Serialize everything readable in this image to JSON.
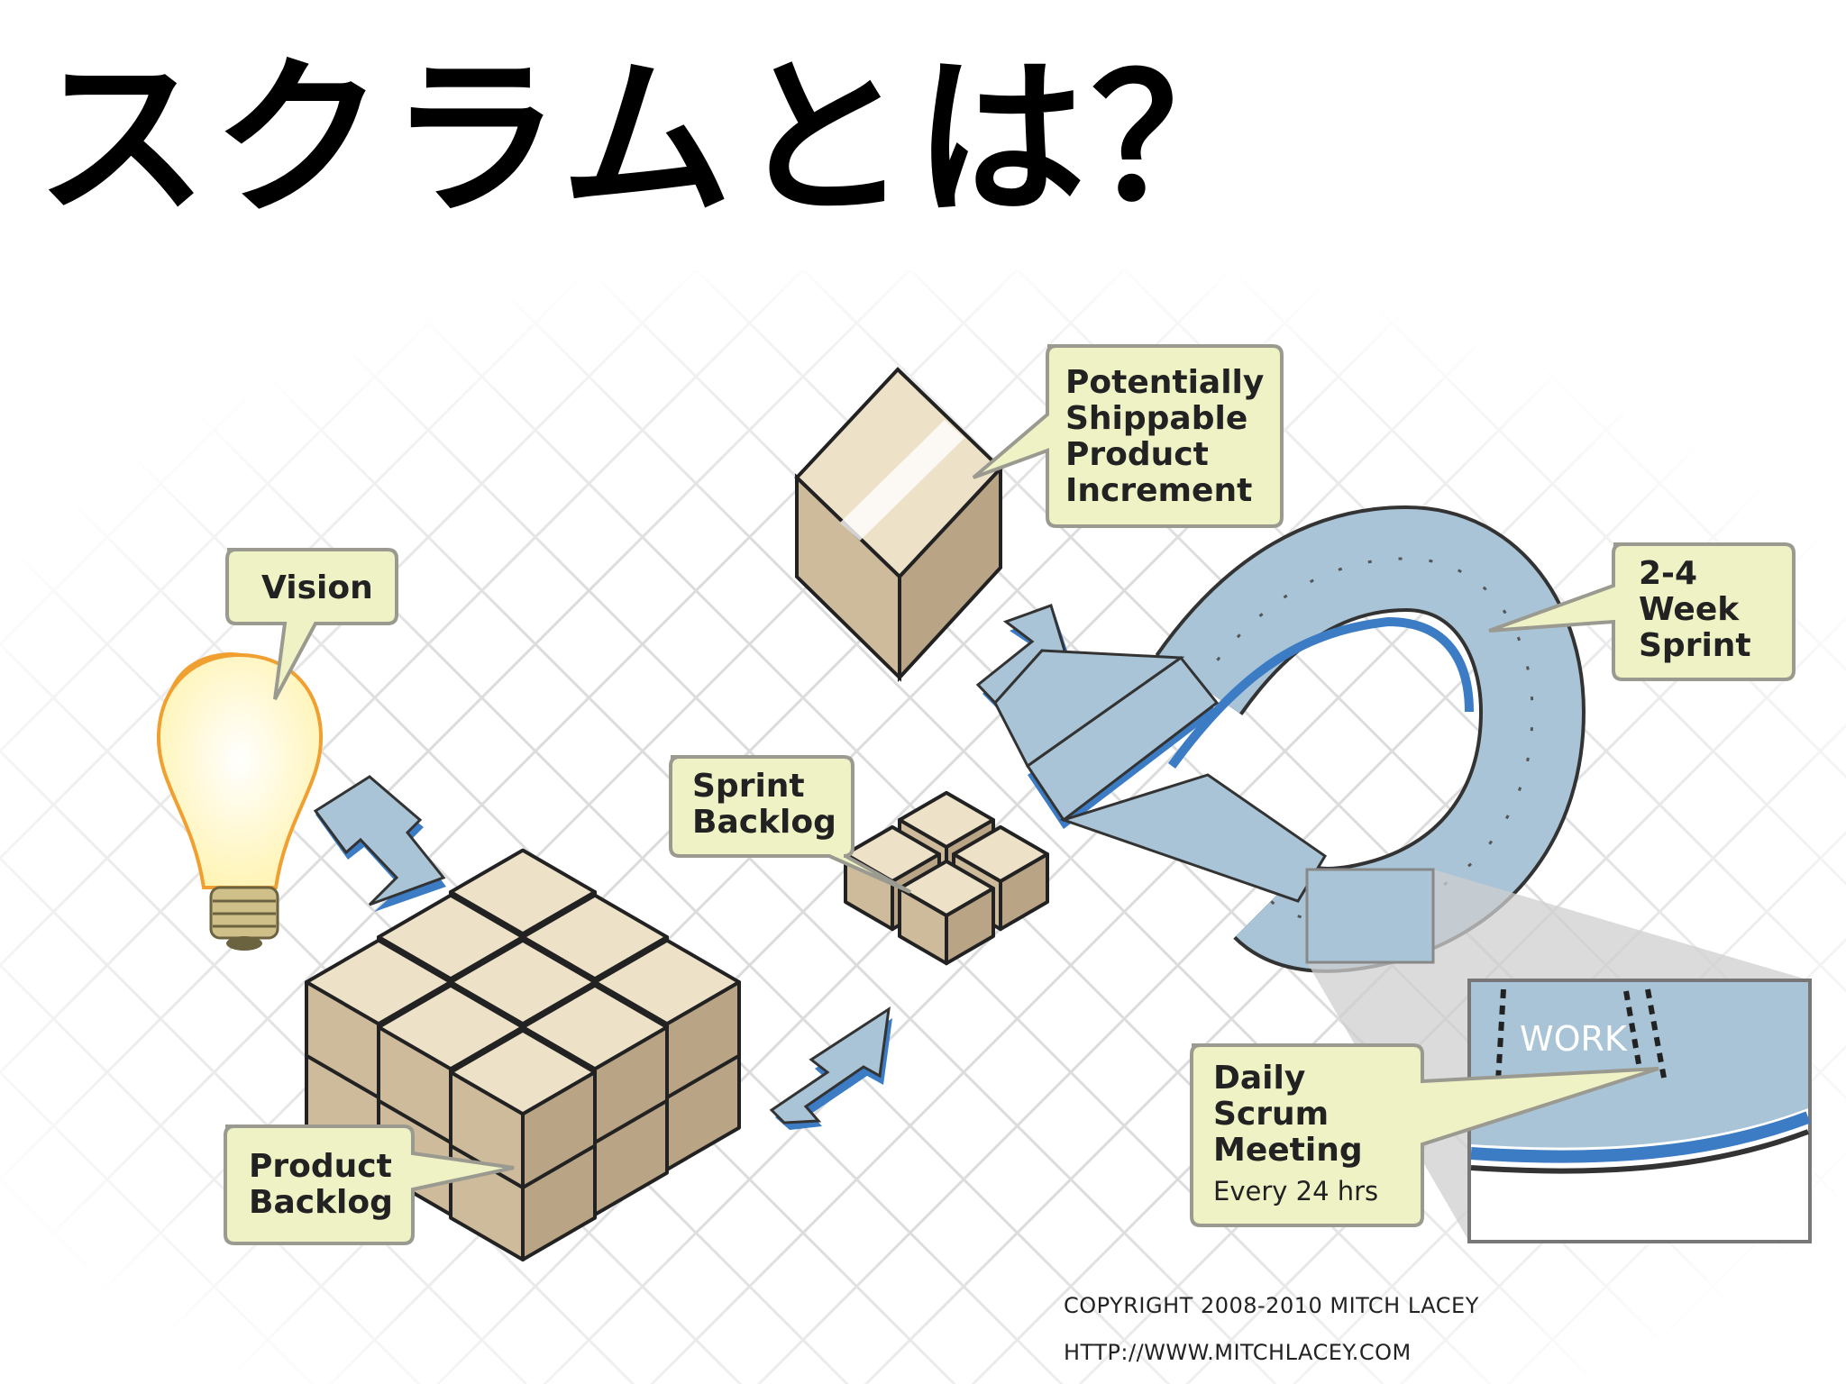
{
  "title": "スクラムとは？",
  "labels": {
    "vision": "Vision",
    "product_backlog": [
      "Product",
      "Backlog"
    ],
    "sprint_backlog": [
      "Sprint",
      "Backlog"
    ],
    "increment": [
      "Potentially",
      "Shippable",
      "Product",
      "Increment"
    ],
    "sprint": [
      "2-4",
      "Week",
      "Sprint"
    ],
    "daily_scrum": [
      "Daily",
      "Scrum",
      "Meeting"
    ],
    "daily_scrum_sub": "Every 24 hrs",
    "work": "WORK"
  },
  "copyright": {
    "line1": "COPYRIGHT 2008-2010 MITCH LACEY",
    "line2": "HTTP://WWW.MITCHLACEY.COM"
  },
  "colors": {
    "callout_fill": "#eef2c4",
    "callout_stroke": "#9a9a90",
    "box_top": "#ede1c8",
    "box_left": "#cdbb9b",
    "box_right": "#b9a585",
    "arrow_fill": "#a9c4d6",
    "arrow_edge": "#3b7cc4",
    "bulb_fill": "#fff6c8",
    "bulb_stroke": "#f0a030"
  }
}
